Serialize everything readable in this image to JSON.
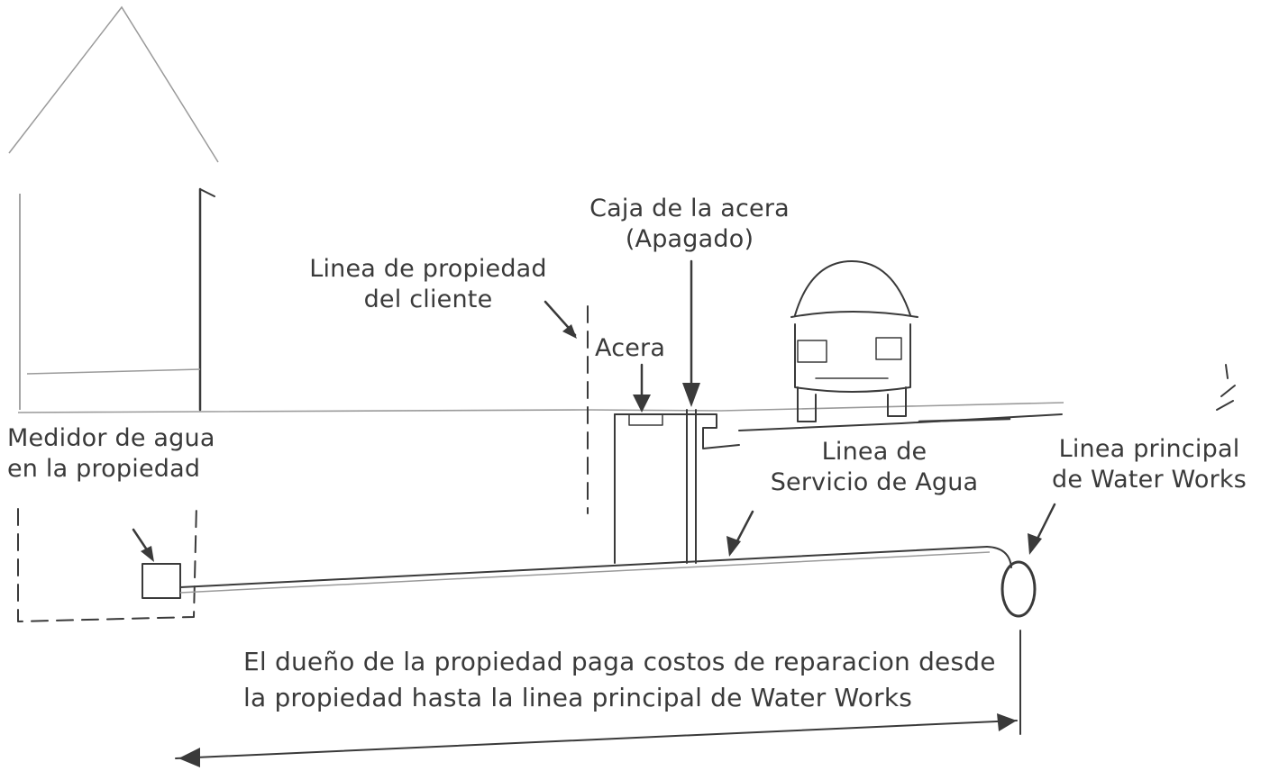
{
  "labels": {
    "sidewalk_box_line1": "Caja de la acera",
    "sidewalk_box_line2": "(Apagado)",
    "property_line_line1": "Linea de propiedad",
    "property_line_line2": "del cliente",
    "sidewalk": "Acera",
    "meter_line1": "Medidor de agua",
    "meter_line2": "en la propiedad",
    "service_line_line1": "Linea de",
    "service_line_line2": "Servicio de Agua",
    "main_line_line1": "Linea principal",
    "main_line_line2": "de Water Works",
    "responsibility_line1": "El dueño de la propiedad paga costos de reparacion desde",
    "responsibility_line2": "la propiedad hasta la linea principal de Water Works"
  },
  "colors": {
    "ink": "#3a3a3a",
    "faint": "#9a9a9a",
    "background": "#ffffff"
  }
}
